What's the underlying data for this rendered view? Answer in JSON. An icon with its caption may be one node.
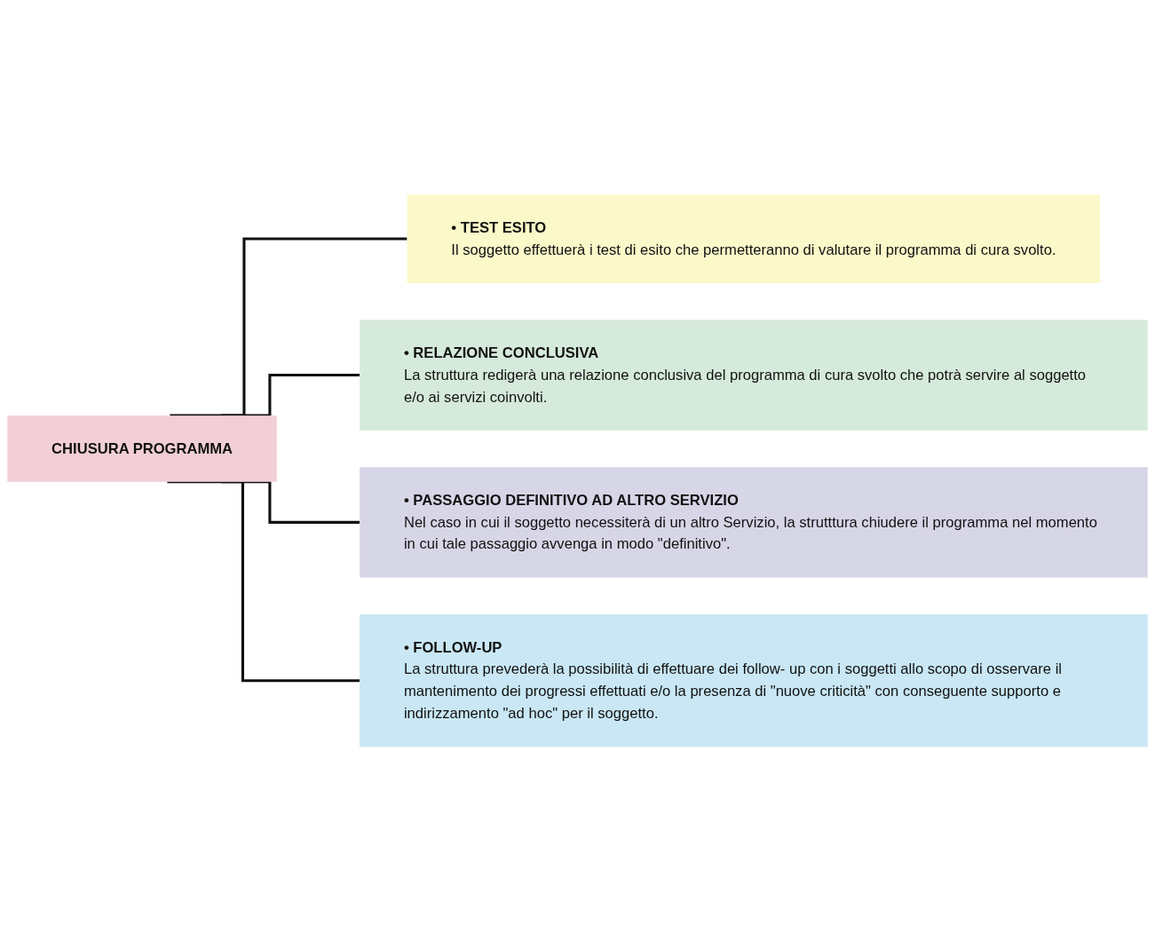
{
  "diagram": {
    "nodes": [
      {
        "text": [
          "CHIUSURA PROGRAMMA"
        ]
      },
      {
        "text": [
          "• TEST ESITO",
          "Il soggetto effettuerà i test di esito che permetteranno di valutare il programma di cura svolto."
        ]
      },
      {
        "text": [
          "• RELAZIONE CONCLUSIVA",
          "La struttura redigerà una relazione conclusiva del programma di cura svolto che potrà servire al soggetto e/o ai servizi coinvolti."
        ]
      },
      {
        "text": [
          "• PASSAGGIO DEFINITIVO AD ALTRO SERVIZIO",
          "Nel caso in cui il soggetto necessiterà di un altro Servizio, la strutttura chiudere il programma nel momento in cui tale passaggio avvenga in modo \"definitivo\"."
        ]
      },
      {
        "text": [
          "• FOLLOW-UP",
          "La struttura prevederà la possibilità di effettuare dei follow- up con i soggetti allo scopo di osservare il mantenimento dei progressi effettuati e/o la presenza di \"nuove criticità\" con conseguente supporto e indirizzamento \"ad hoc\" per il soggetto."
        ]
      }
    ],
    "edges": [
      {
        "from": 0,
        "to": 1,
        "arrow": "none"
      },
      {
        "from": 0,
        "to": 2,
        "arrow": "none"
      },
      {
        "from": 0,
        "to": 3,
        "arrow": "none"
      },
      {
        "from": 0,
        "to": 4,
        "arrow": "none"
      }
    ]
  }
}
